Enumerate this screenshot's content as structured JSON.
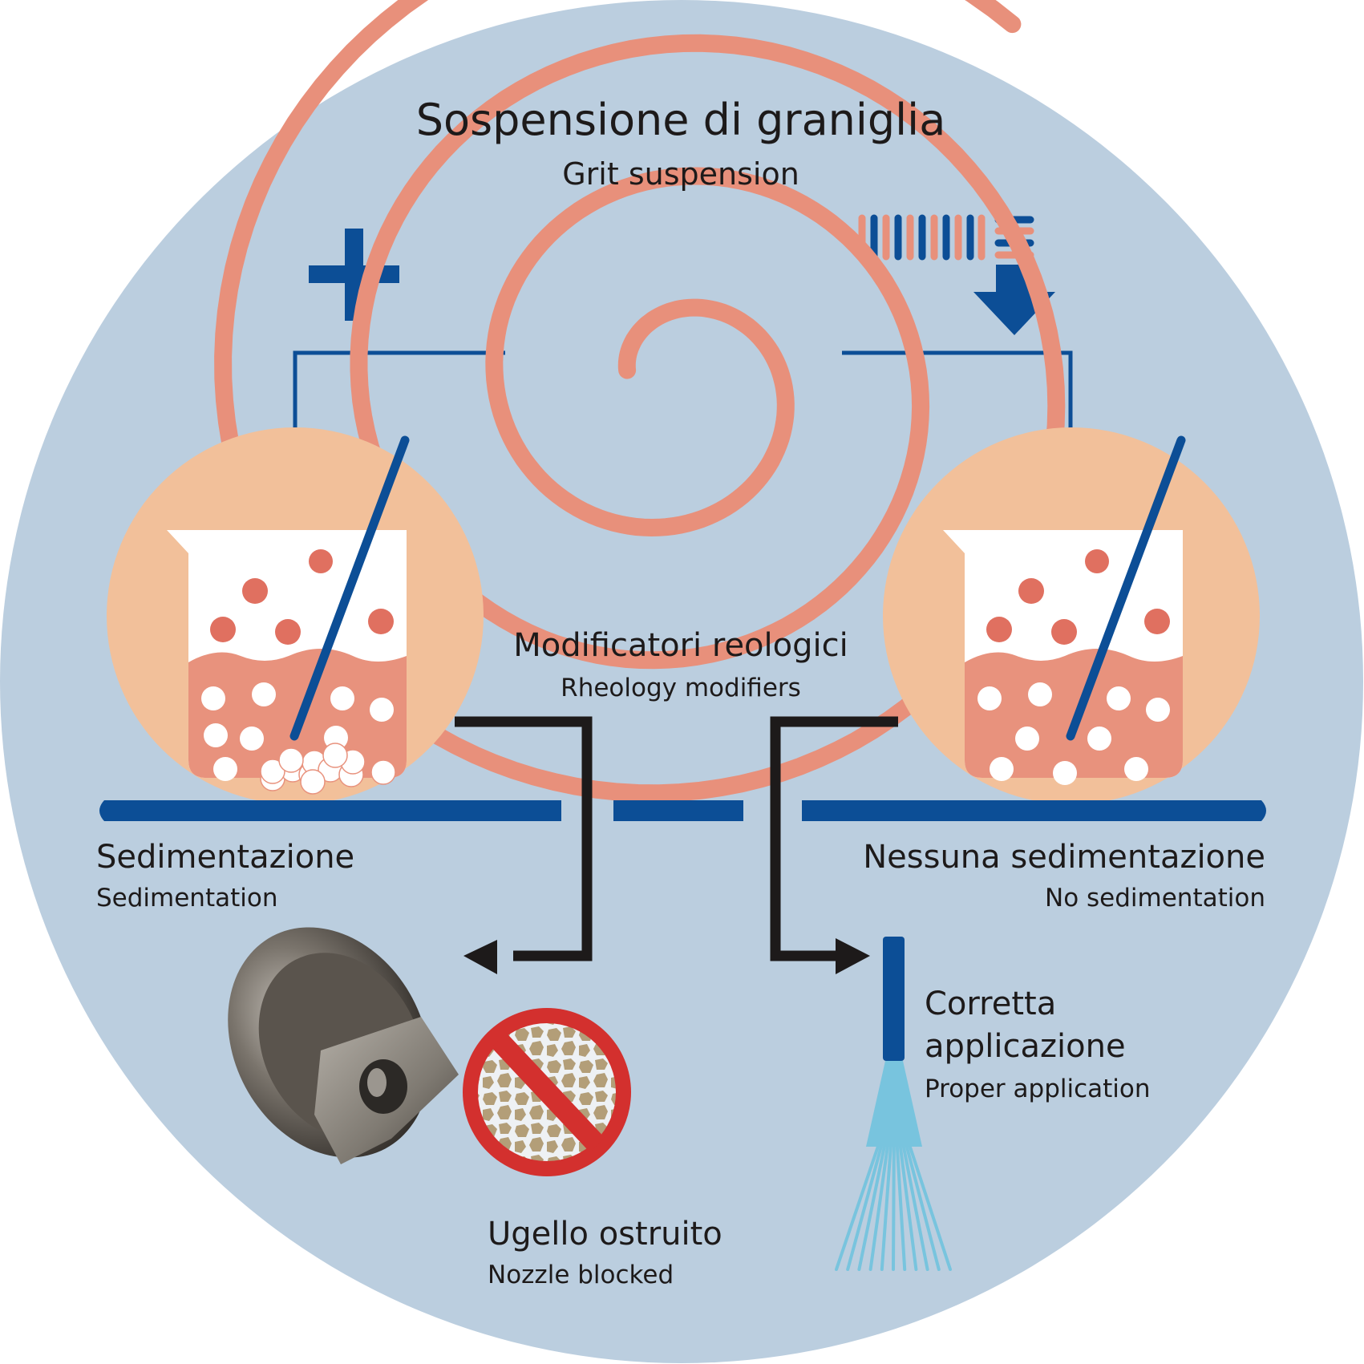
{
  "title": {
    "it": "Sospensione di graniglia",
    "en": "Grit suspension"
  },
  "rheology": {
    "it": "Modificatori reologici",
    "en": "Rheology modifiers"
  },
  "left_outcome": {
    "it": "Sedimentazione",
    "en": "Sedimentation"
  },
  "right_outcome": {
    "it": "Nessuna sedimentazione",
    "en": "No sedimentation"
  },
  "nozzle_result": {
    "it": "Ugello ostruito",
    "en": "Nozzle blocked"
  },
  "spray_result": {
    "it_line1": "Corretta",
    "it_line2": "applicazione",
    "en": "Proper application"
  },
  "icons": {
    "left_top": "plus-icon",
    "right_top": "viscosity-decrease-down-arrow-icon",
    "center": "spiral-stirring-icon",
    "left_beaker": "beaker-with-sediment-icon",
    "right_beaker": "beaker-suspended-particles-icon",
    "nozzle": "spray-nozzle-photo",
    "prohibited": "no-sign-clogged-icon",
    "spray": "spray-fan-icon"
  },
  "colors": {
    "background_circle": "#bbcedf",
    "dark_blue": "#0c4e96",
    "salmon": "#e8907b",
    "peach": "#f2c09a",
    "red_dots": "#e07060",
    "liquid": "#e8927d",
    "black_arrows": "#1d1a1a",
    "no_sign_red": "#d3302e",
    "grit_tan": "#b39e78",
    "spray_blue": "#78c4de"
  }
}
